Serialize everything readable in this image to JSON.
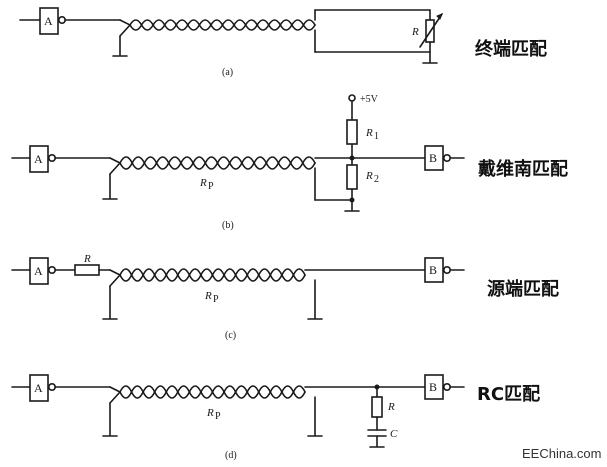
{
  "panels": [
    {
      "id": "a",
      "caption": "(a)",
      "title": "终端匹配",
      "gate_a": "A",
      "resistor": "R"
    },
    {
      "id": "b",
      "caption": "(b)",
      "title": "戴维南匹配",
      "gate_a": "A",
      "gate_b": "B",
      "supply": "+5V",
      "r1": "R",
      "r1_sub": "1",
      "r2": "R",
      "r2_sub": "2",
      "line": "R",
      "line_sub": "P"
    },
    {
      "id": "c",
      "caption": "(c)",
      "title": "源端匹配",
      "gate_a": "A",
      "gate_b": "B",
      "resistor": "R",
      "line": "R",
      "line_sub": "P"
    },
    {
      "id": "d",
      "caption": "(d)",
      "title": "RC匹配",
      "gate_a": "A",
      "gate_b": "B",
      "resistor": "R",
      "capacitor": "C",
      "line": "R",
      "line_sub": "P"
    }
  ],
  "watermark": "EEChina.com"
}
